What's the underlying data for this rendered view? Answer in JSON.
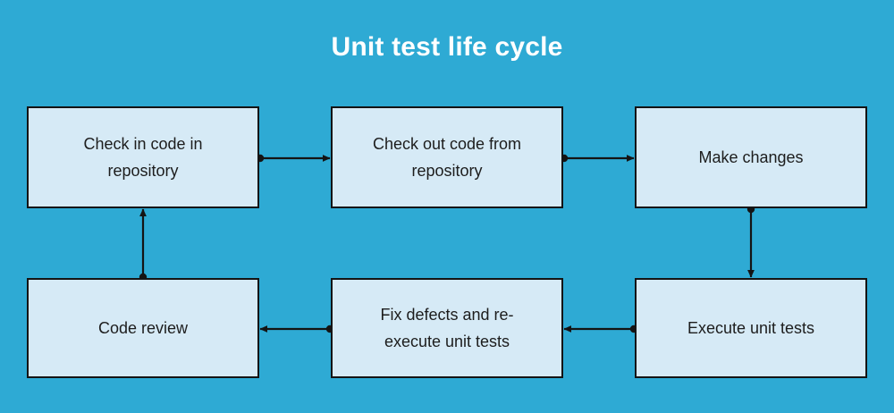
{
  "diagram": {
    "title": "Unit test life cycle",
    "background_color": "#2eaad4",
    "node_fill_color": "#d6eaf6",
    "node_border_color": "#141414",
    "title_color": "#ffffff",
    "text_color": "#1d1d1d",
    "type": "flowchart-cycle",
    "nodes": [
      {
        "id": "checkin",
        "label": "Check in code in\nrepository",
        "row": 1,
        "col": 1
      },
      {
        "id": "checkout",
        "label": "Check out code from\nrepository",
        "row": 1,
        "col": 2
      },
      {
        "id": "change",
        "label": "Make changes",
        "row": 1,
        "col": 3
      },
      {
        "id": "review",
        "label": "Code review",
        "row": 2,
        "col": 1
      },
      {
        "id": "fix",
        "label": "Fix defects and re-\nexecute unit tests",
        "row": 2,
        "col": 2
      },
      {
        "id": "execute",
        "label": "Execute unit tests",
        "row": 2,
        "col": 3
      }
    ],
    "edges": [
      {
        "id": "checkin-to-checkout",
        "from": "checkin",
        "to": "checkout",
        "direction": "right"
      },
      {
        "id": "checkout-to-change",
        "from": "checkout",
        "to": "change",
        "direction": "right"
      },
      {
        "id": "change-to-execute",
        "from": "change",
        "to": "execute",
        "direction": "down"
      },
      {
        "id": "execute-to-fix",
        "from": "execute",
        "to": "fix",
        "direction": "left"
      },
      {
        "id": "fix-to-review",
        "from": "fix",
        "to": "review",
        "direction": "left"
      },
      {
        "id": "review-to-checkin",
        "from": "review",
        "to": "checkin",
        "direction": "up"
      }
    ]
  }
}
